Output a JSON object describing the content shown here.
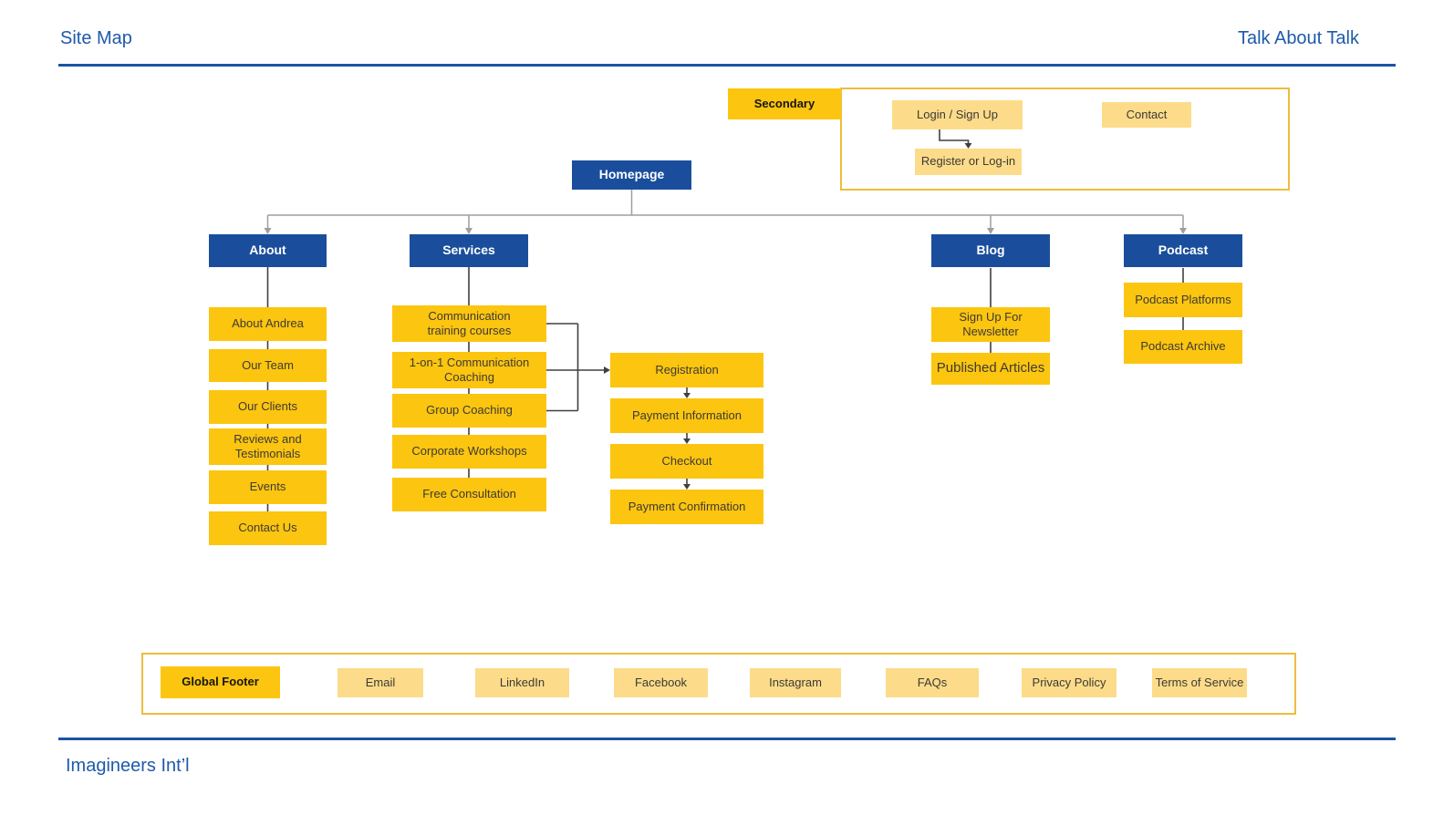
{
  "header": {
    "left_title": "Site Map",
    "right_title": "Talk About Talk"
  },
  "bottom_caption": "Imagineers Int’l",
  "secondary": {
    "label": "Secondary",
    "login": "Login / Sign Up",
    "contact": "Contact",
    "register": "Register or Log-in"
  },
  "homepage_label": "Homepage",
  "columns": {
    "about": {
      "label": "About",
      "items": [
        "About Andrea",
        "Our Team",
        "Our Clients",
        "Reviews and\nTestimonials",
        "Events",
        "Contact Us"
      ]
    },
    "services": {
      "label": "Services",
      "items": [
        "Communication\ntraining courses",
        "1-on-1 Communication\nCoaching",
        "Group Coaching",
        "Corporate Workshops",
        "Free Consultation"
      ]
    },
    "registration_flow": [
      "Registration",
      "Payment Information",
      "Checkout",
      "Payment Confirmation"
    ],
    "blog": {
      "label": "Blog",
      "items": [
        "Sign Up For\nNewsletter",
        "Published Articles"
      ]
    },
    "podcast": {
      "label": "Podcast",
      "items": [
        "Podcast Platforms",
        "Podcast Archive"
      ]
    }
  },
  "global_footer": {
    "label": "Global Footer",
    "items": [
      "Email",
      "LinkedIn",
      "Facebook",
      "Instagram",
      "FAQs",
      "Privacy Policy",
      "Terms of Service"
    ]
  },
  "colors": {
    "navy": "#1a4e9c",
    "gold": "#fcc50f",
    "light_yellow": "#fcdc8a",
    "frame_border": "#edbd3e",
    "blue_text": "#1e5aaa",
    "rule_blue": "#1b55a5",
    "tree_gray": "#9e9e9e",
    "connector_dark": "#404040"
  }
}
